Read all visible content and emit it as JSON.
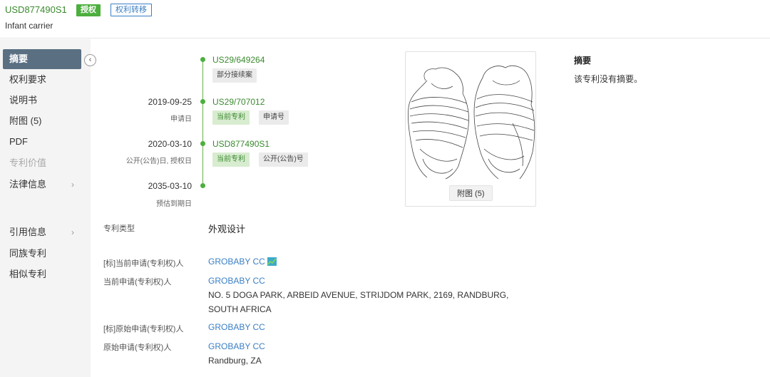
{
  "header": {
    "patent_number": "USD877490S1",
    "grant_badge": "授权",
    "transfer_badge": "权利转移",
    "title": "Infant carrier"
  },
  "sidebar": {
    "items": [
      {
        "label": "摘要",
        "active": true
      },
      {
        "label": "权利要求"
      },
      {
        "label": "说明书"
      },
      {
        "label": "附图 (5)"
      },
      {
        "label": "PDF"
      },
      {
        "label": "专利价值",
        "disabled": true
      },
      {
        "label": "法律信息",
        "chevron": "›"
      },
      {
        "label": "引用信息",
        "chevron": "›"
      },
      {
        "label": "同族专利"
      },
      {
        "label": "相似专利"
      }
    ],
    "collapse_icon": "‹"
  },
  "timeline": [
    {
      "date": "",
      "sub": "",
      "link": "US29/649264",
      "tags": [
        "部分接续案"
      ]
    },
    {
      "date": "2019-09-25",
      "sub": "申请日",
      "link": "US29/707012",
      "tags": [
        "当前专利",
        "申请号"
      ]
    },
    {
      "date": "2020-03-10",
      "sub": "公开(公告)日, 授权日",
      "link": "USD877490S1",
      "tags": [
        "当前专利",
        "公开(公告)号"
      ]
    },
    {
      "date": "2035-03-10",
      "sub": "预估到期日",
      "link": "",
      "tags": []
    }
  ],
  "figure": {
    "label": "附图 (5)"
  },
  "abstract": {
    "title": "摘要",
    "text": "该专利没有摘要。"
  },
  "info": {
    "type_label": "专利类型",
    "type_value": "外观设计",
    "std_current_label": "[标]当前申请(专利权)人",
    "std_current_value": "GROBABY CC",
    "current_label": "当前申请(专利权)人",
    "current_value": "GROBABY CC",
    "current_addr1": "NO. 5 DOGA PARK, ARBEID AVENUE, STRIJDOM PARK, 2169, RANDBURG,",
    "current_addr2": "SOUTH AFRICA",
    "std_orig_label": "[标]原始申请(专利权)人",
    "std_orig_value": "GROBABY CC",
    "orig_label": "原始申请(专利权)人",
    "orig_value": "GROBABY CC",
    "orig_addr": "Randburg, ZA"
  },
  "colors": {
    "green": "#4caf3e",
    "link_blue": "#3a7fc4",
    "nav_active": "#5a6f82"
  }
}
